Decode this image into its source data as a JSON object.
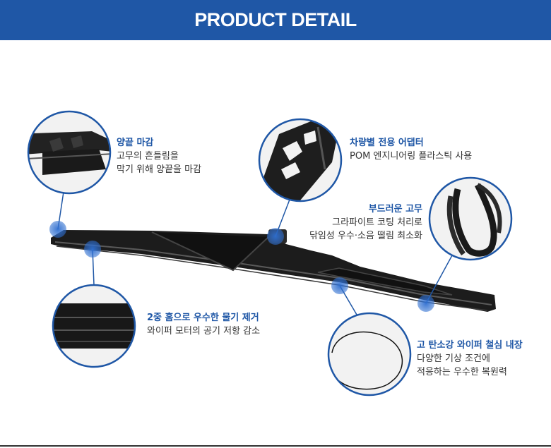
{
  "header": {
    "title": "PRODUCT DETAIL"
  },
  "colors": {
    "brand_blue": "#1f57a6",
    "blade": "#1c1c1c",
    "text": "#333333"
  },
  "callouts": {
    "end_cap": {
      "title": "양끝 마감",
      "line1": "고무의 흔들림을",
      "line2": "막기 위해 양끝을 마감"
    },
    "adapter": {
      "title": "차량별 전용 어댑터",
      "line1": "POM 엔지니어링 플라스틱 사용"
    },
    "rubber": {
      "title": "부드러운 고무",
      "line1": "그라파이트 코팅 처리로",
      "line2": "닦임성 우수·소음 떨림 최소화"
    },
    "groove": {
      "title": "2중 홈으로 우수한 물기 제거",
      "line1": "와이퍼 모터의 공기 저항 감소"
    },
    "steel": {
      "title": "고 탄소강 와이퍼 철심 내장",
      "line1": "다양한 기상 조건에",
      "line2": "적응하는 우수한 복원력"
    }
  }
}
